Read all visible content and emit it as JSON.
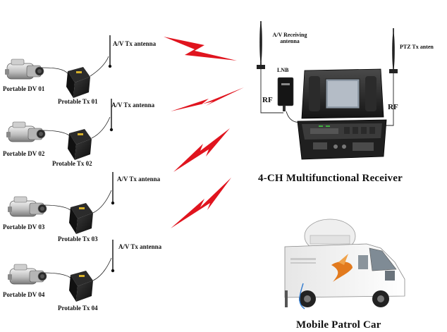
{
  "cameras": [
    {
      "camera_label": "Portable DV 01",
      "tx_label": "Protable Tx 01",
      "antenna_label": "A/V Tx antenna"
    },
    {
      "camera_label": "Portable DV 02",
      "tx_label": "Protable Tx 02",
      "antenna_label": "A/V Tx antenna"
    },
    {
      "camera_label": "Portable DV 03",
      "tx_label": "Protable Tx 03",
      "antenna_label": "A/V Tx antenna"
    },
    {
      "camera_label": "Portable DV 04",
      "tx_label": "Protable Tx 04",
      "antenna_label": "A/V Tx antenna"
    }
  ],
  "receiver": {
    "rx_antenna_label": "A/V Receiving antenna",
    "ptz_antenna_label": "PTZ Tx anten",
    "lnb_label": "LNB",
    "rf_left_label": "RF",
    "rf_right_label": "RF",
    "title": "4-CH Multifunctional Receiver"
  },
  "vehicle": {
    "title": "Mobile Patrol Car"
  },
  "colors": {
    "signal": "#e0141e",
    "line": "#222222",
    "device_dark": "#1c1c1c",
    "camera_body": "#c9c9c9"
  }
}
